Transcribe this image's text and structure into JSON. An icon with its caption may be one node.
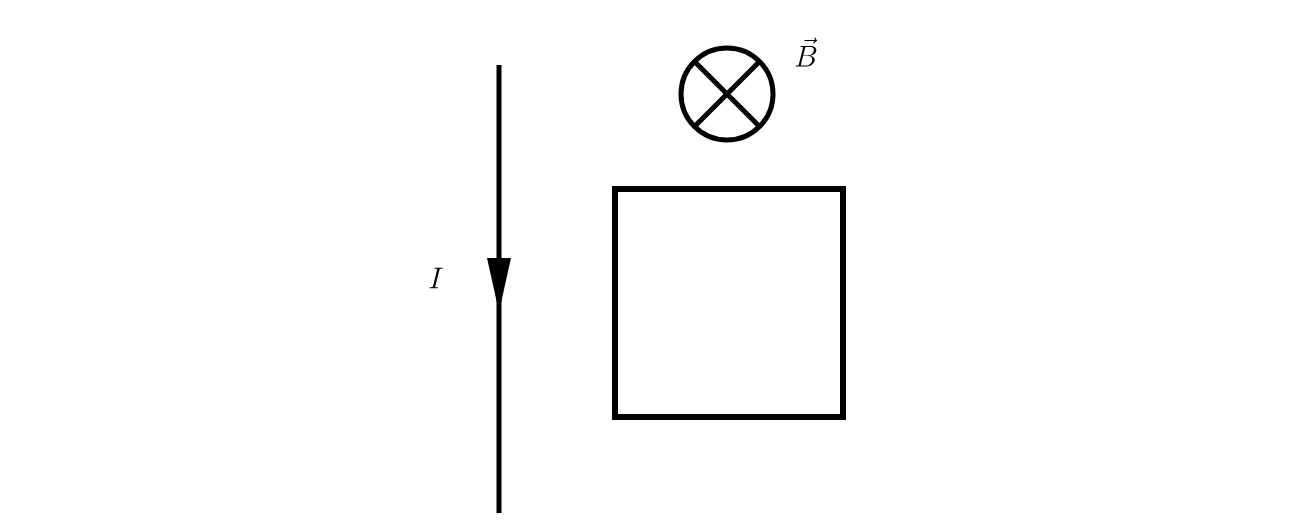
{
  "diagram": {
    "nodes": [
      {
        "text": [],
        "shape": "box"
      }
    ],
    "labels": [
      "I",
      "\\vec{B}"
    ]
  }
}
